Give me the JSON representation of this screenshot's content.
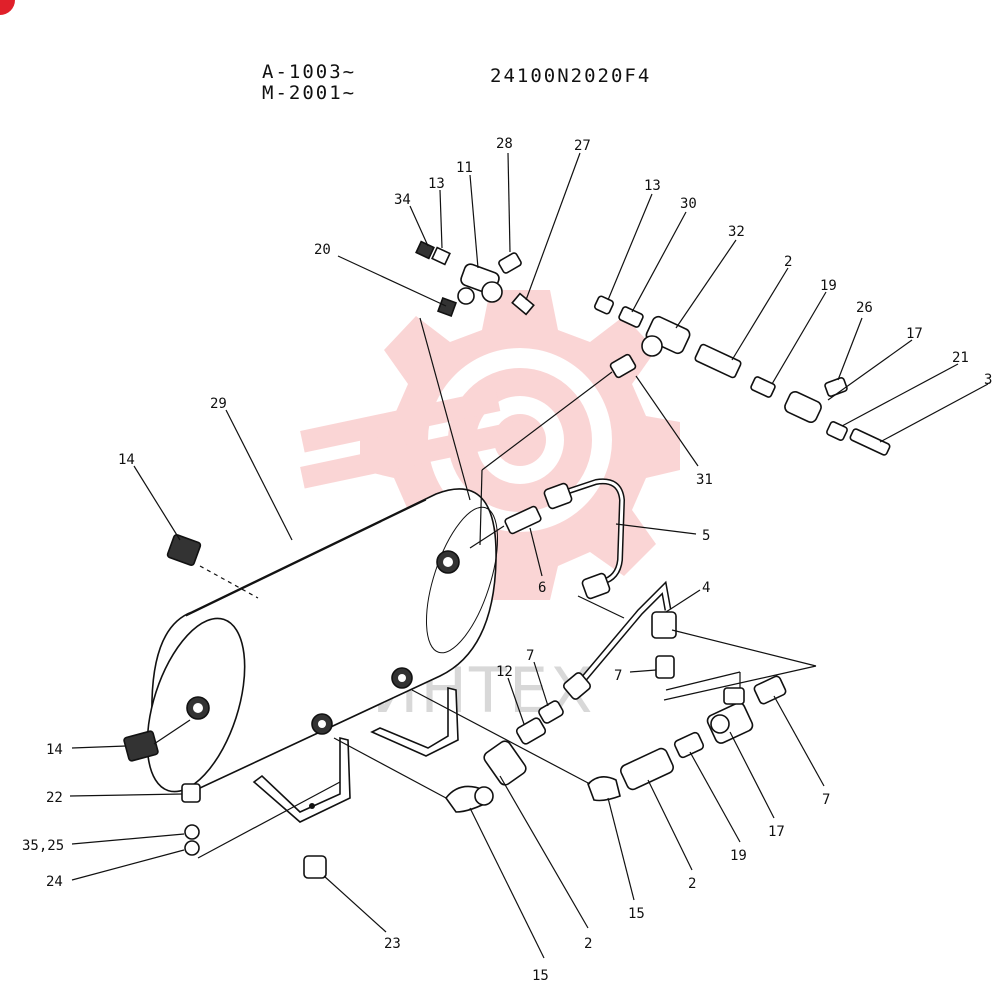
{
  "header": {
    "serial_range_a": "A-1003~",
    "serial_range_b": "M-2001~",
    "part_number": "24100N2020F4"
  },
  "watermark": {
    "text": "ИНТЕХ",
    "color": "#f4a6a6"
  },
  "corner_marker_color": "#e0202a",
  "callouts": {
    "c34": "34",
    "c13a": "13",
    "c11": "11",
    "c28": "28",
    "c27": "27",
    "c20": "20",
    "c13b": "13",
    "c30": "30",
    "c32": "32",
    "c2a": "2",
    "c19a": "19",
    "c26": "26",
    "c17a": "17",
    "c21": "21",
    "c3": "3",
    "c31": "31",
    "c5": "5",
    "c6": "6",
    "c29": "29",
    "c14a": "14",
    "c4": "4",
    "c7a": "7",
    "c7b": "7",
    "c12": "12",
    "c7c": "7",
    "c14b": "14",
    "c22": "22",
    "c3525": "35,25",
    "c24": "24",
    "c23": "23",
    "c15a": "15",
    "c2b": "2",
    "c15b": "15",
    "c2c": "2",
    "c19b": "19",
    "c17b": "17"
  }
}
